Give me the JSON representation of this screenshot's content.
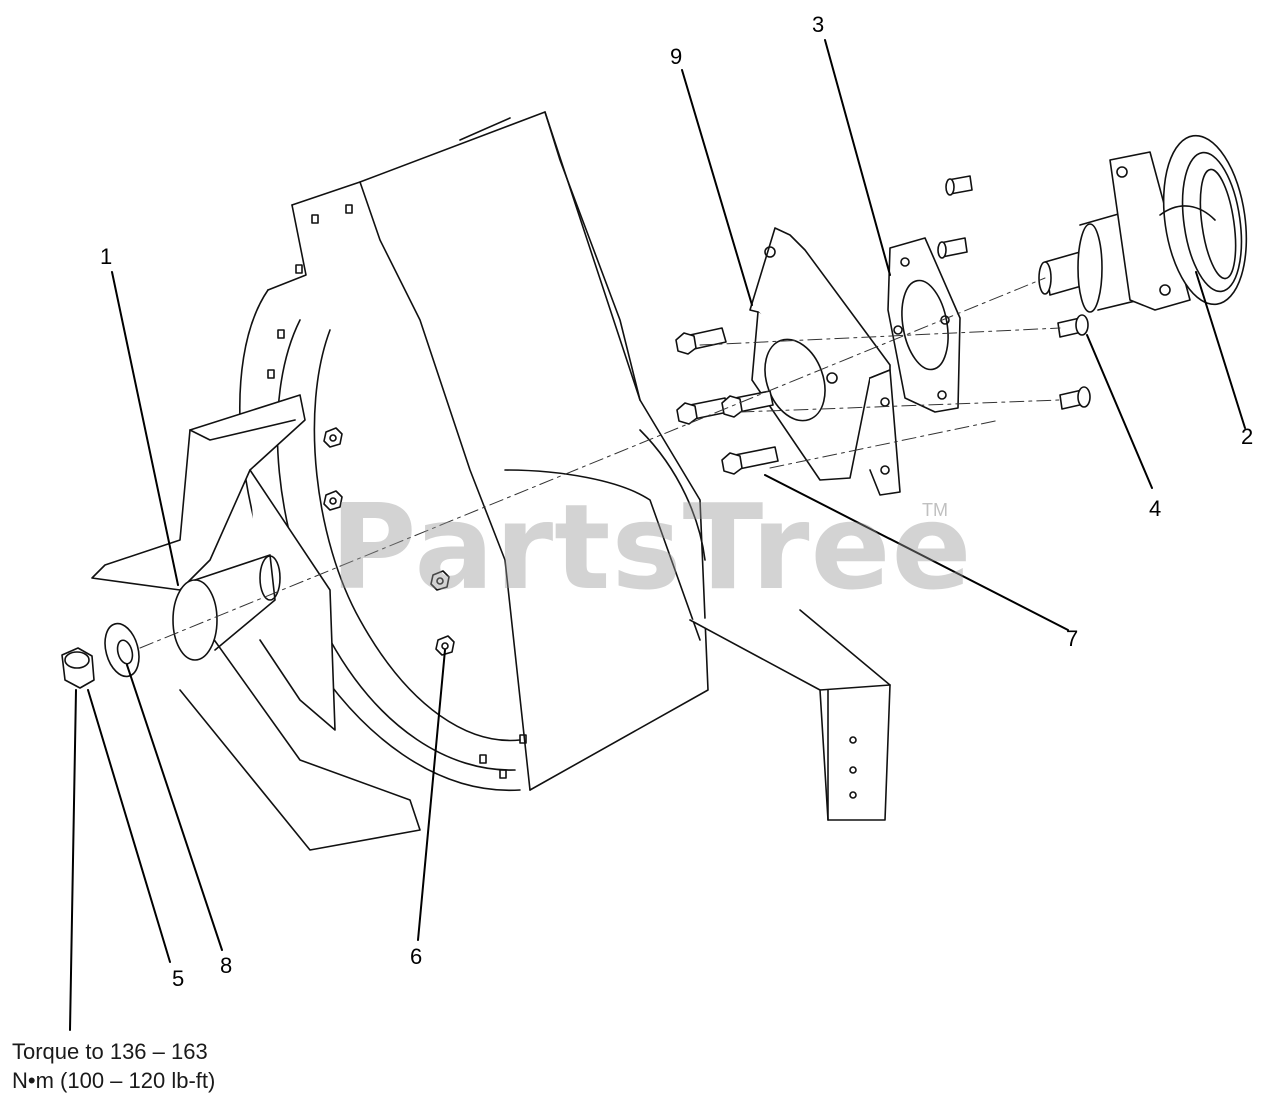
{
  "callouts": {
    "c1": "1",
    "c2": "2",
    "c3": "3",
    "c4": "4",
    "c5": "5",
    "c6": "6",
    "c7": "7",
    "c8": "8",
    "c9": "9"
  },
  "torque_note": {
    "line1": "Torque to 136 – 163",
    "line2": "N•m (100 – 120 lb-ft)"
  },
  "watermark": {
    "text": "PartsTree",
    "trademark": "TM"
  },
  "colors": {
    "line": "#111111",
    "fill": "#ffffff",
    "watermark": "#969696"
  }
}
